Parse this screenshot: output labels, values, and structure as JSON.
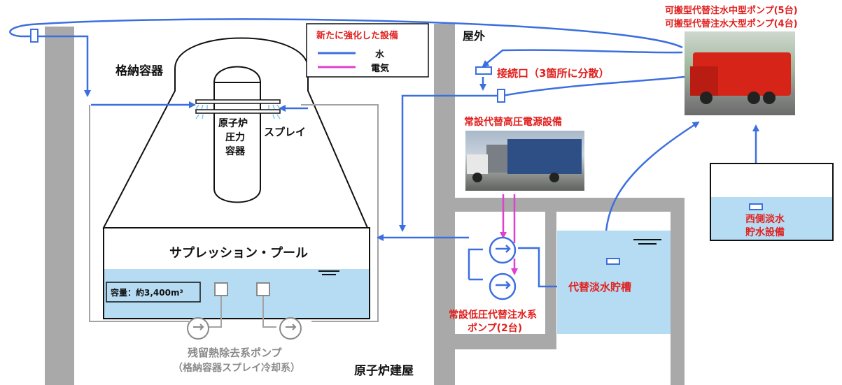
{
  "labels": {
    "containment_vessel": "格納容器",
    "rpv_line1": "原子炉",
    "rpv_line2": "圧力",
    "rpv_line3": "容器",
    "spray": "スプレイ",
    "suppression_pool": "サプレッション・プール",
    "capacity": "容量：約3,400m³",
    "rhr_pump": "残留熱除去系ポンプ",
    "rhr_pump_sub": "（格納容器スプレイ冷却系）",
    "reactor_building": "原子炉建屋",
    "outdoor": "屋外",
    "connection_port": "接続口（3箇所に分散）",
    "portable_pump_medium": "可搬型代替注水中型ポンプ(5台)",
    "portable_pump_large": "可搬型代替注水大型ポンプ(4台)",
    "hv_power": "常設代替高圧電源設備",
    "lp_pump_line1": "常設低圧代替注水系",
    "lp_pump_line2": "ポンプ(2台)",
    "fw_tank": "代替淡水貯槽",
    "west_tank_line1": "西側淡水",
    "west_tank_line2": "貯水設備"
  },
  "legend": {
    "title": "新たに強化した設備",
    "water": "水",
    "electric": "電気"
  },
  "colors": {
    "water_line": "#3b6fe0",
    "electric_line": "#e040d0",
    "highlight_text": "#e0201e",
    "water_fill": "#b6dcf3",
    "wall": "#a9a9a9",
    "existing_equipment": "#9a9a9a"
  }
}
